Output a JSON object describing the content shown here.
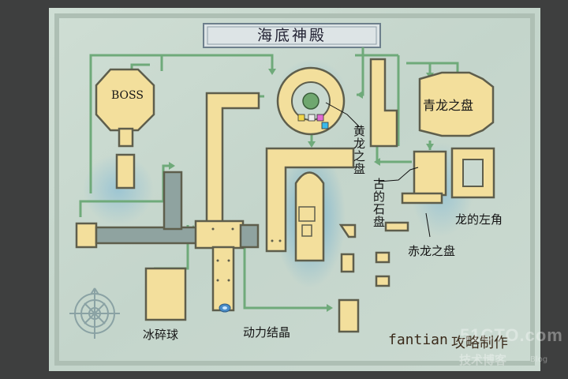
{
  "map": {
    "title": "海底神殿",
    "labels": {
      "boss": "BOSS",
      "azure_dragon_plate": "青龙之盘",
      "yellow_dragon_plate": "黄龙之盘",
      "ancient_stone_plate": "古的石盘",
      "dragon_left_horn": "龙的左角",
      "red_dragon_plate": "赤龙之盘",
      "ice_orb": "冰碎球",
      "power_crystal": "动力结晶"
    },
    "credit": {
      "author": "fantian",
      "text": "攻略制作"
    },
    "watermark": {
      "site": "51CTO.com",
      "text": "技术博客",
      "sub": "Blog"
    }
  },
  "colors": {
    "background": "#3e3f3f",
    "parchment": "#c9d9d0",
    "room_fill": "#f3df9c",
    "room_outline": "#5e5e4c",
    "path": "#6faa7a",
    "water_glow": "#5fa8cf"
  },
  "icons": {
    "compass": "compass-rose-icon",
    "crystal": "crystal-icon"
  }
}
